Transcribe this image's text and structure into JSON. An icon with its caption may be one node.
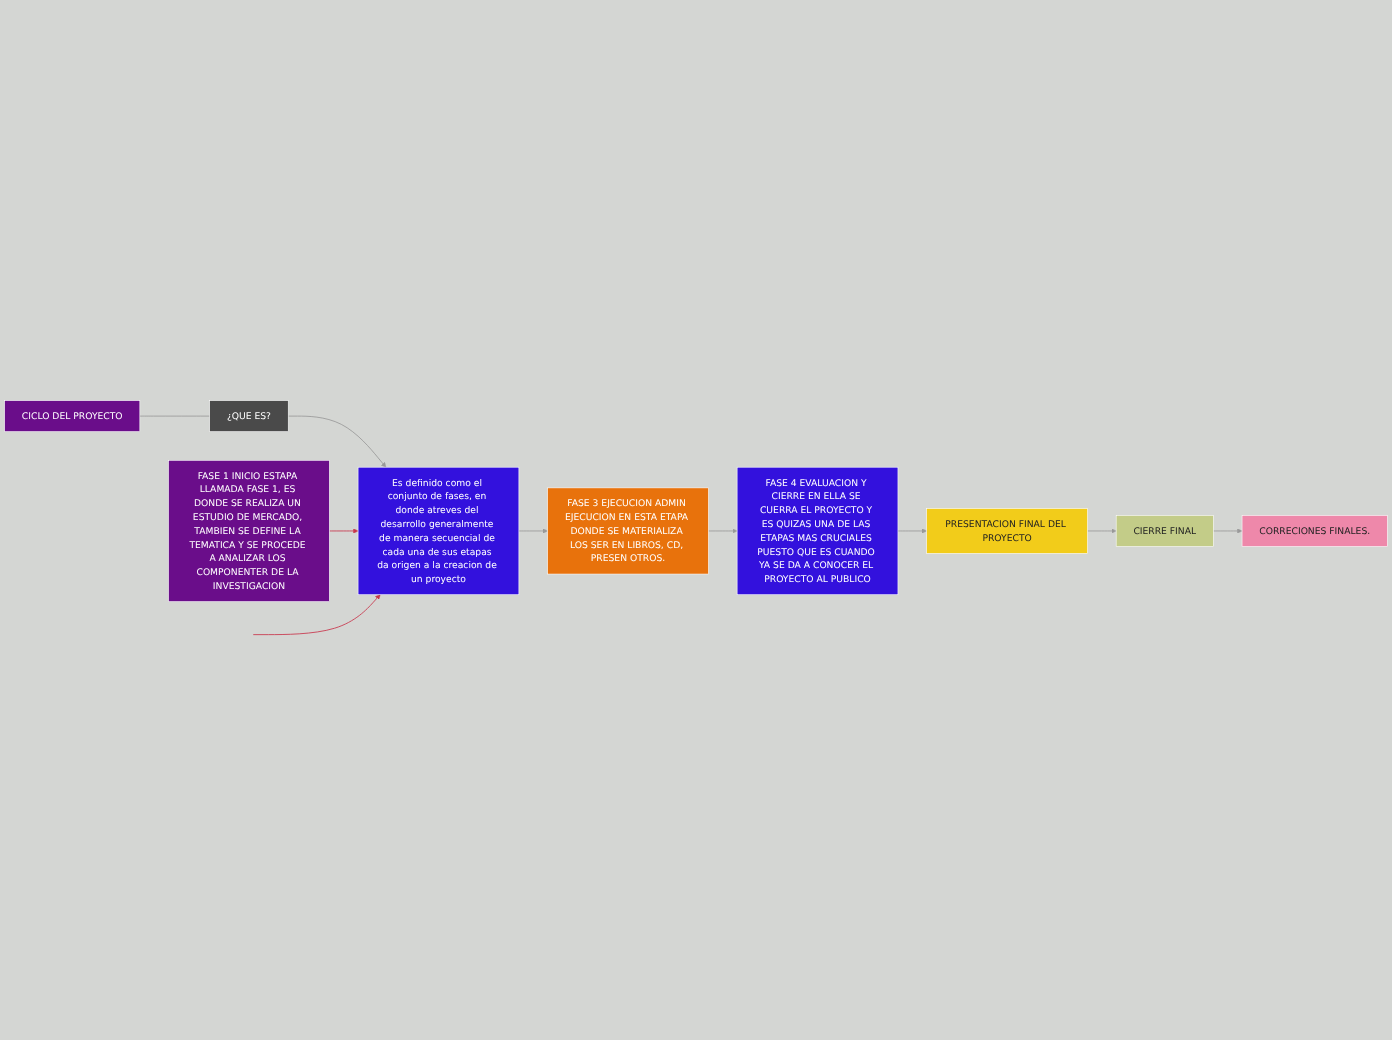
{
  "diagram": {
    "nodes": [
      {
        "text": [
          "CICLO DEL PROYECTO"
        ]
      },
      {
        "text": [
          "¿QUE ES?"
        ]
      },
      {
        "text": [
          "Es definido como el conjunto de fases, en donde atreves del desarrollo generalmente de manera secuencial de cada una de sus etapas da origen a la creacion de un proyecto"
        ]
      },
      {
        "text": [
          "FASE 1 INICIO ESTAPA LLAMADA FASE 1, ES DONDE SE REALIZA UN ESTUDIO DE MERCADO, TAMBIEN SE DEFINE LA TEMATICA Y SE PROCEDE A ANALIZAR LOS COMPONENTER DE LA INVESTIGACION"
        ]
      },
      {
        "text": [
          "FASE 3 EJECUCION ADMIN EJECUCION EN ESTA ETAPA DONDE SE MATERIALIZA LOS SER EN LIBROS, CD, PRESEN OTROS."
        ]
      },
      {
        "text": [
          "FASE 4 EVALUACION Y CIERRE EN ELLA SE CUERRA EL PROYECTO Y ES QUIZAS UNA DE LAS ETAPAS MAS CRUCIALES PUESTO QUE ES CUANDO YA SE DA A CONOCER EL PROYECTO AL PUBLICO"
        ]
      },
      {
        "text": [
          "PRESENTACION FINAL DEL PROYECTO"
        ]
      },
      {
        "text": [
          "CIERRE FINAL"
        ]
      },
      {
        "text": [
          "CORRECIONES FINALES."
        ]
      }
    ],
    "edges": [
      {
        "from": 0,
        "to": 1,
        "arrow": "none"
      },
      {
        "from": 1,
        "to": 2,
        "arrow": "to"
      },
      {
        "from": 2,
        "to": 4,
        "arrow": "to"
      },
      {
        "from": 4,
        "to": 5,
        "arrow": "to"
      },
      {
        "from": 5,
        "to": 6,
        "arrow": "to"
      },
      {
        "from": 6,
        "to": 7,
        "arrow": "to"
      },
      {
        "from": 7,
        "to": 8,
        "arrow": "to"
      },
      {
        "from": 3,
        "to": 2,
        "arrow": "to",
        "color": "#c8374d"
      },
      {
        "from": null,
        "to": 2,
        "arrow": "to",
        "color": "#c8374d"
      }
    ]
  }
}
